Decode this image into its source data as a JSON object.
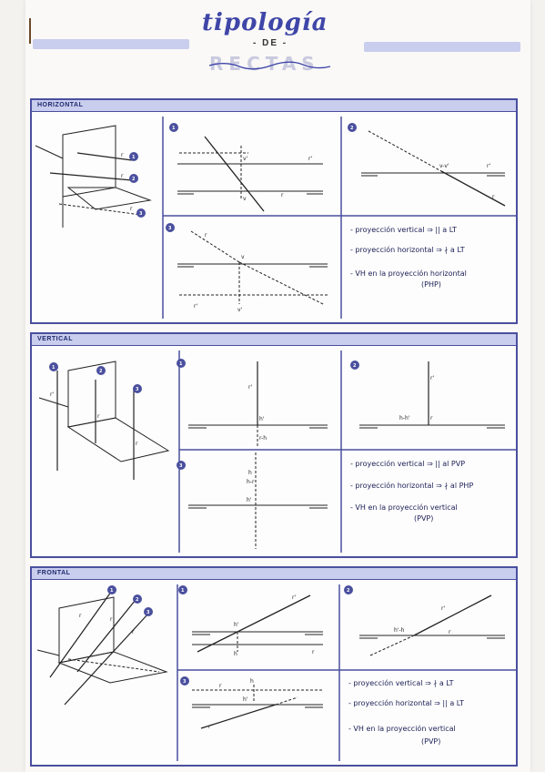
{
  "header": {
    "title": "tipología",
    "connector": "- DE -",
    "subtitle": "RECTAS"
  },
  "colors": {
    "accent": "#4a4f9e",
    "band": "#c9cdee",
    "ink": "#1c1f55"
  },
  "sections": [
    {
      "label": "HORIZONTAL",
      "notes": [
        "- proyección vertical ⇒ || a LT",
        "- proyección horizontal ⇒ ∤ a LT",
        "- VH en la proyección horizontal",
        "(PHP)"
      ],
      "labels": {
        "r": "r",
        "r1": "r'",
        "v": "v",
        "v1": "v'",
        "vv": "v-v'",
        "n1": "1",
        "n2": "2",
        "n3": "3"
      }
    },
    {
      "label": "VERTICAL",
      "notes": [
        "- proyección vertical ⇒ || al PVP",
        "- proyección horizontal ⇒ ∤ al PHP",
        "- VH en la proyección vertical",
        "(PVP)"
      ],
      "labels": {
        "r": "r",
        "r1": "r'",
        "h": "h",
        "h1": "h'",
        "hh": "h-h'",
        "rh": "r-h",
        "hr": "h-r",
        "n1": "1",
        "n2": "2",
        "n3": "3"
      }
    },
    {
      "label": "FRONTAL",
      "notes": [
        "- proyección vertical ⇒ ∤ a LT",
        "- proyección horizontal ⇒ || a LT",
        "- VH en la proyección vertical",
        "(PVP)"
      ],
      "labels": {
        "r": "r",
        "r1": "r'",
        "h": "h",
        "h1": "h'",
        "hh": "h'-h",
        "n1": "1",
        "n2": "2",
        "n3": "3"
      }
    }
  ]
}
